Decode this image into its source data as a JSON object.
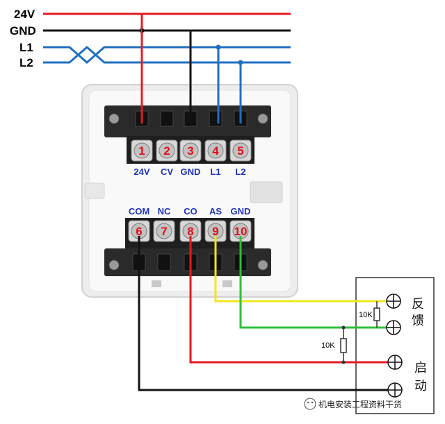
{
  "bus_lines": [
    {
      "label": "24V",
      "color": "#e31b23"
    },
    {
      "label": "GND",
      "color": "#111111"
    },
    {
      "label": "L1",
      "color": "#1f6fc1"
    },
    {
      "label": "L2",
      "color": "#1f6fc1"
    }
  ],
  "top_terminals": [
    {
      "num": "1",
      "label": "24V"
    },
    {
      "num": "2",
      "label": "CV"
    },
    {
      "num": "3",
      "label": "GND"
    },
    {
      "num": "4",
      "label": "L1"
    },
    {
      "num": "5",
      "label": "L2"
    }
  ],
  "bottom_terminals": [
    {
      "num": "6",
      "label": "COM"
    },
    {
      "num": "7",
      "label": "NC"
    },
    {
      "num": "8",
      "label": "CO"
    },
    {
      "num": "9",
      "label": "AS"
    },
    {
      "num": "10",
      "label": "GND"
    }
  ],
  "device": {
    "feedback_label": "反馈",
    "start_label": "启动",
    "resistor_1": "10K",
    "resistor_2": "10K"
  },
  "wire_colors": {
    "yellow": "#f1e619",
    "green": "#2fbf3a",
    "red": "#e31b23",
    "black": "#111111"
  },
  "watermark": "机电安装工程资料干货"
}
